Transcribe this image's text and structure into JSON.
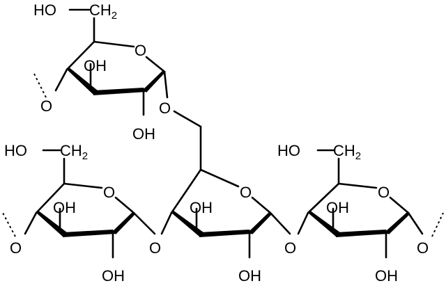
{
  "labels": {
    "ho_ch2": "HO",
    "ch2_c": "CH",
    "ch2_sub": "2",
    "oh": "OH",
    "ring_o": "O",
    "link_o": "O"
  }
}
